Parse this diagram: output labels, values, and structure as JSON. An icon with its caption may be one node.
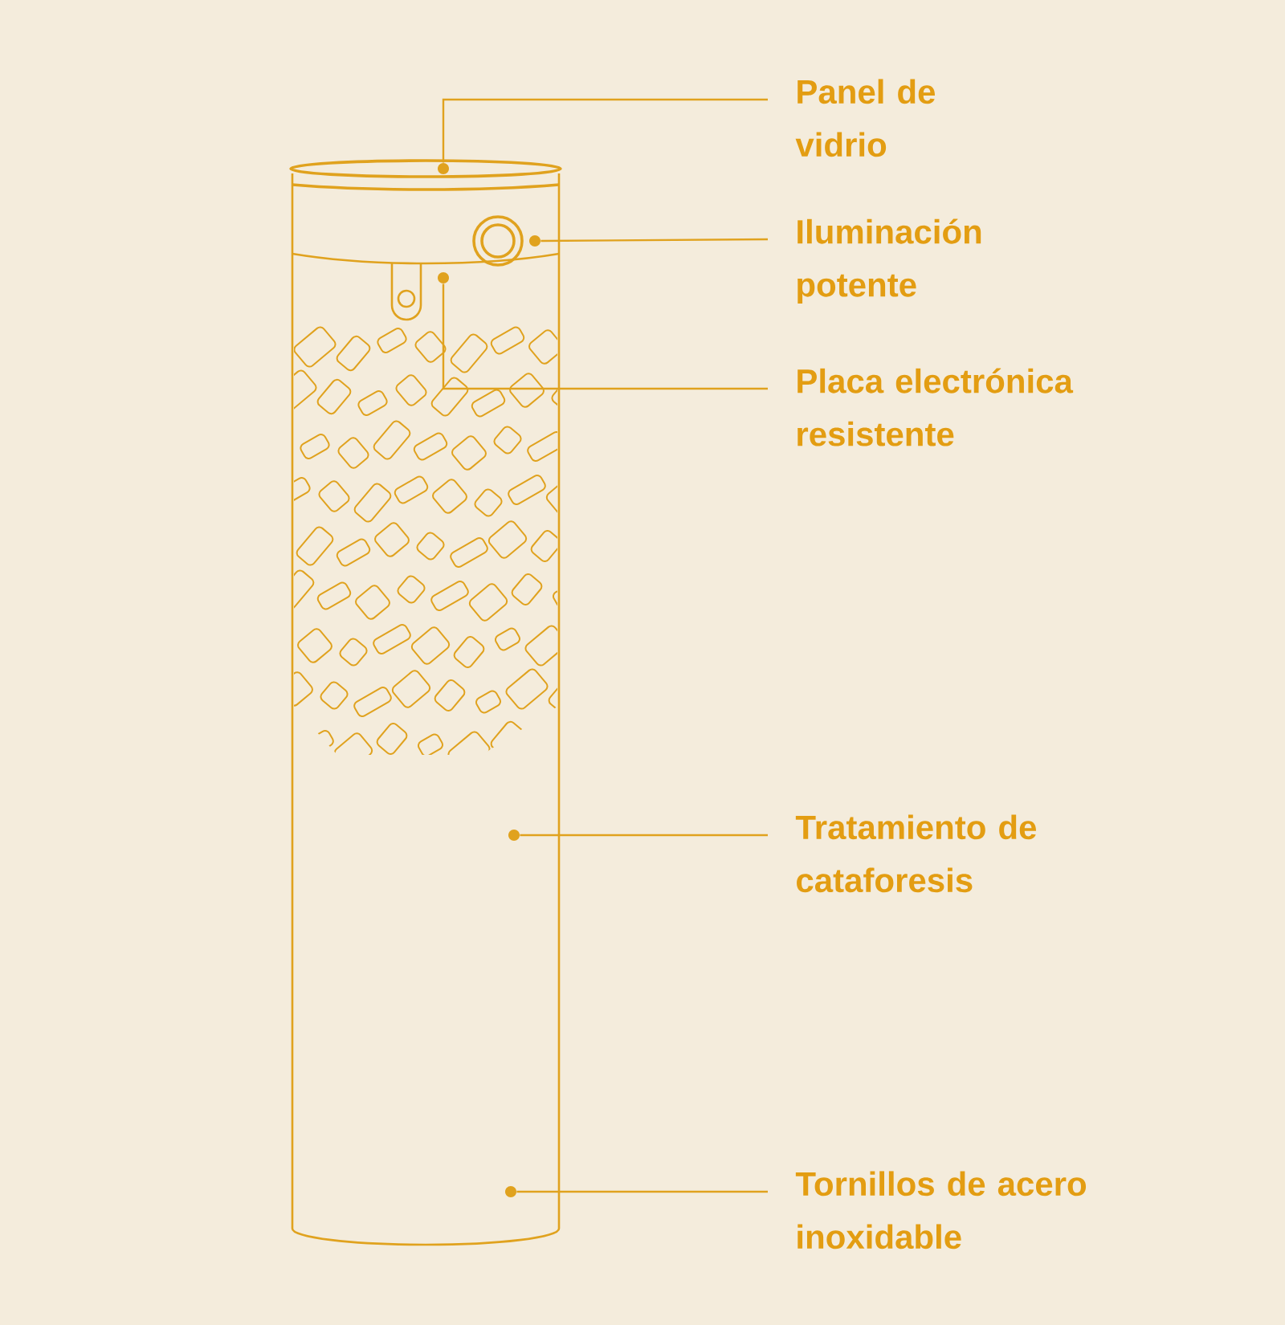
{
  "diagram": {
    "nodes": [
      {
        "text": [
          "Panel de vidrio"
        ]
      },
      {
        "text": [
          "Iluminación potente"
        ]
      },
      {
        "text": [
          "Placa electrónica resistente"
        ]
      },
      {
        "text": [
          "Tratamiento de cataforesis"
        ]
      },
      {
        "text": [
          "Tornillos de acero inoxidable"
        ]
      },
      {
        "text": [],
        "shape": "circle"
      },
      {
        "text": [],
        "shape": "circle"
      },
      {
        "text": [],
        "shape": "circle"
      },
      {
        "text": [],
        "shape": "circle"
      },
      {
        "text": [],
        "shape": "circle"
      }
    ],
    "edges": [
      {
        "from": 0,
        "to": 5,
        "arrow": "none"
      },
      {
        "from": 1,
        "to": 6,
        "arrow": "none"
      },
      {
        "from": 2,
        "to": 7,
        "arrow": "none"
      },
      {
        "from": 3,
        "to": 8,
        "arrow": "none"
      },
      {
        "from": 4,
        "to": 9,
        "arrow": "none"
      }
    ]
  }
}
